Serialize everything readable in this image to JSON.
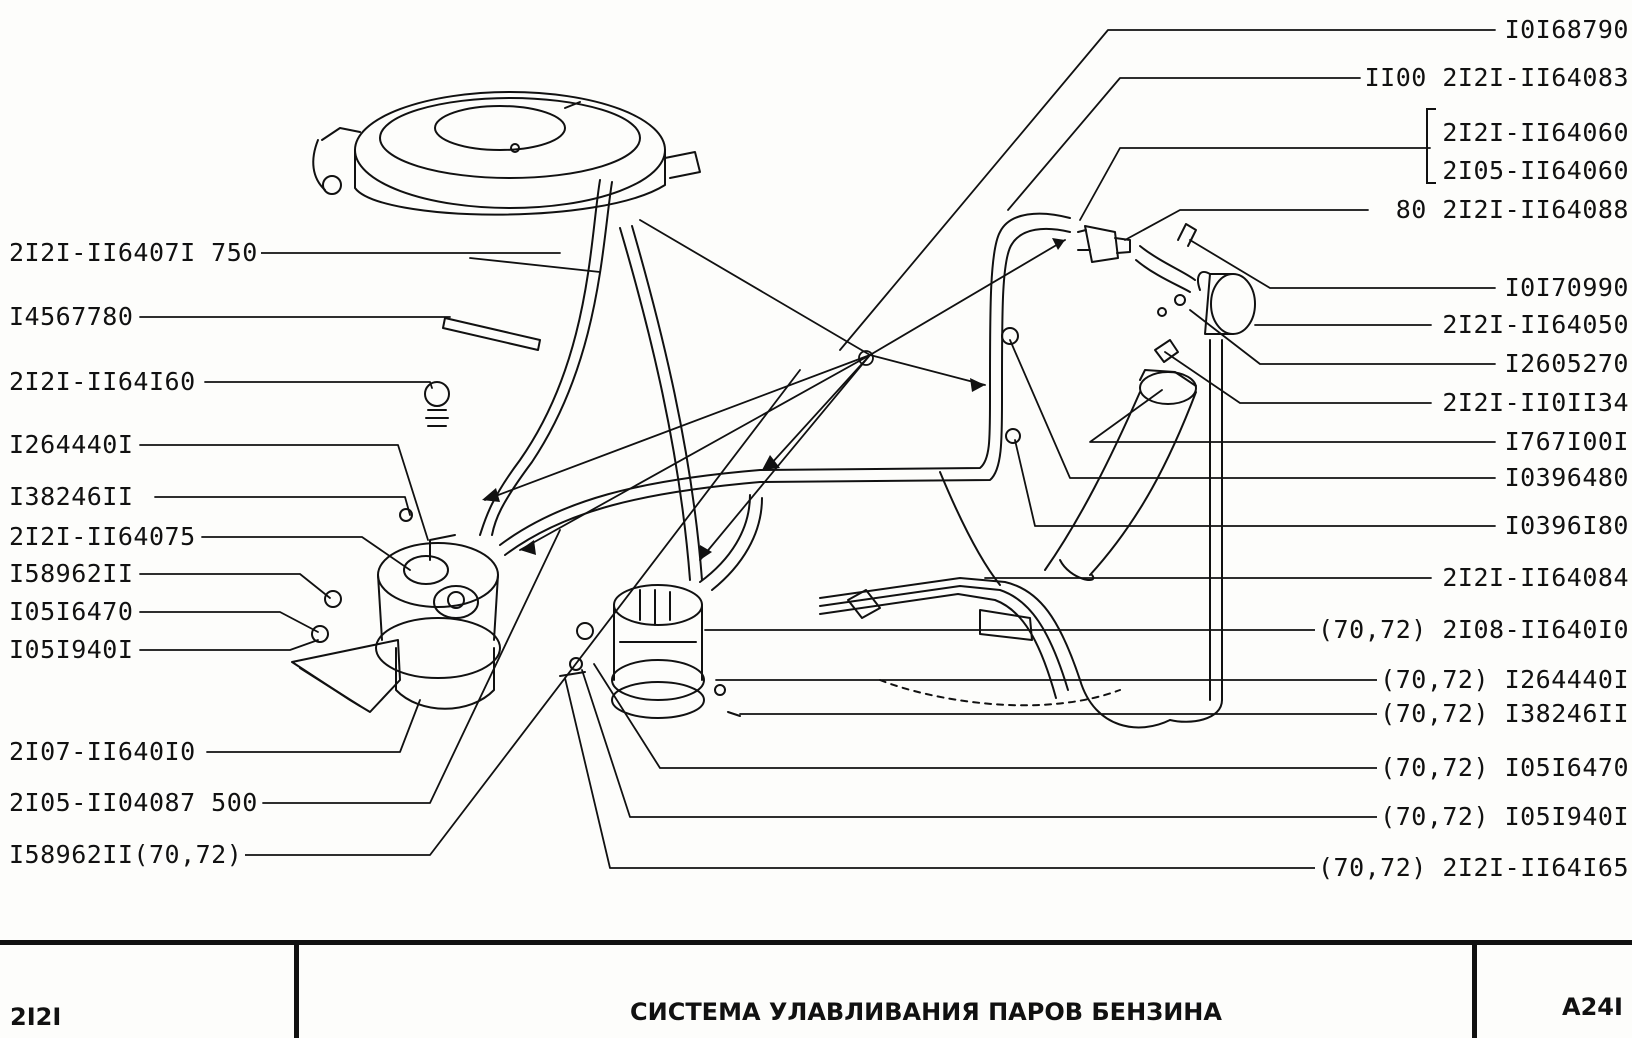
{
  "left_labels": [
    {
      "id": "l1",
      "text": "2I2I-II6407I 750"
    },
    {
      "id": "l2",
      "text": "I4567780"
    },
    {
      "id": "l3",
      "text": "2I2I-II64I60"
    },
    {
      "id": "l4",
      "text": "I264440I"
    },
    {
      "id": "l5",
      "text": "I38246II"
    },
    {
      "id": "l6",
      "text": "2I2I-II64075"
    },
    {
      "id": "l7",
      "text": "I58962II"
    },
    {
      "id": "l8",
      "text": "I05I6470"
    },
    {
      "id": "l9",
      "text": "I05I940I"
    },
    {
      "id": "l10",
      "text": "2I07-II640I0"
    },
    {
      "id": "l11",
      "text": "2I05-II04087 500"
    },
    {
      "id": "l12",
      "text": "I58962II(70,72)"
    }
  ],
  "right_labels": [
    {
      "id": "r1",
      "text": "I0I68790"
    },
    {
      "id": "r2",
      "text": "II00 2I2I-II64083"
    },
    {
      "id": "r3",
      "text": "2I2I-II64060"
    },
    {
      "id": "r4",
      "text": "2I05-II64060"
    },
    {
      "id": "r5",
      "text": "80  2I2I-II64088"
    },
    {
      "id": "r6",
      "text": "I0I70990"
    },
    {
      "id": "r7",
      "text": "2I2I-II64050"
    },
    {
      "id": "r8",
      "text": "I2605270"
    },
    {
      "id": "r9",
      "text": "2I2I-II0II34"
    },
    {
      "id": "r10",
      "text": "I767I00I"
    },
    {
      "id": "r11",
      "text": "I0396480"
    },
    {
      "id": "r12",
      "text": "I0396I80"
    },
    {
      "id": "r13",
      "text": "2I2I-II64084"
    },
    {
      "id": "r14",
      "text": "(70,72) 2I08-II640I0"
    },
    {
      "id": "r15",
      "text": "(70,72) I264440I"
    },
    {
      "id": "r16",
      "text": "(70,72) I38246II"
    },
    {
      "id": "r17",
      "text": "(70,72) I05I6470"
    },
    {
      "id": "r18",
      "text": "(70,72) I05I940I"
    },
    {
      "id": "r19",
      "text": "(70,72) 2I2I-II64I65"
    }
  ],
  "title_block": {
    "model": "2I2I",
    "title": "СИСТЕМА УЛАВЛИВАНИЯ ПАРОВ БЕНЗИНА",
    "sheet": "A24I"
  }
}
